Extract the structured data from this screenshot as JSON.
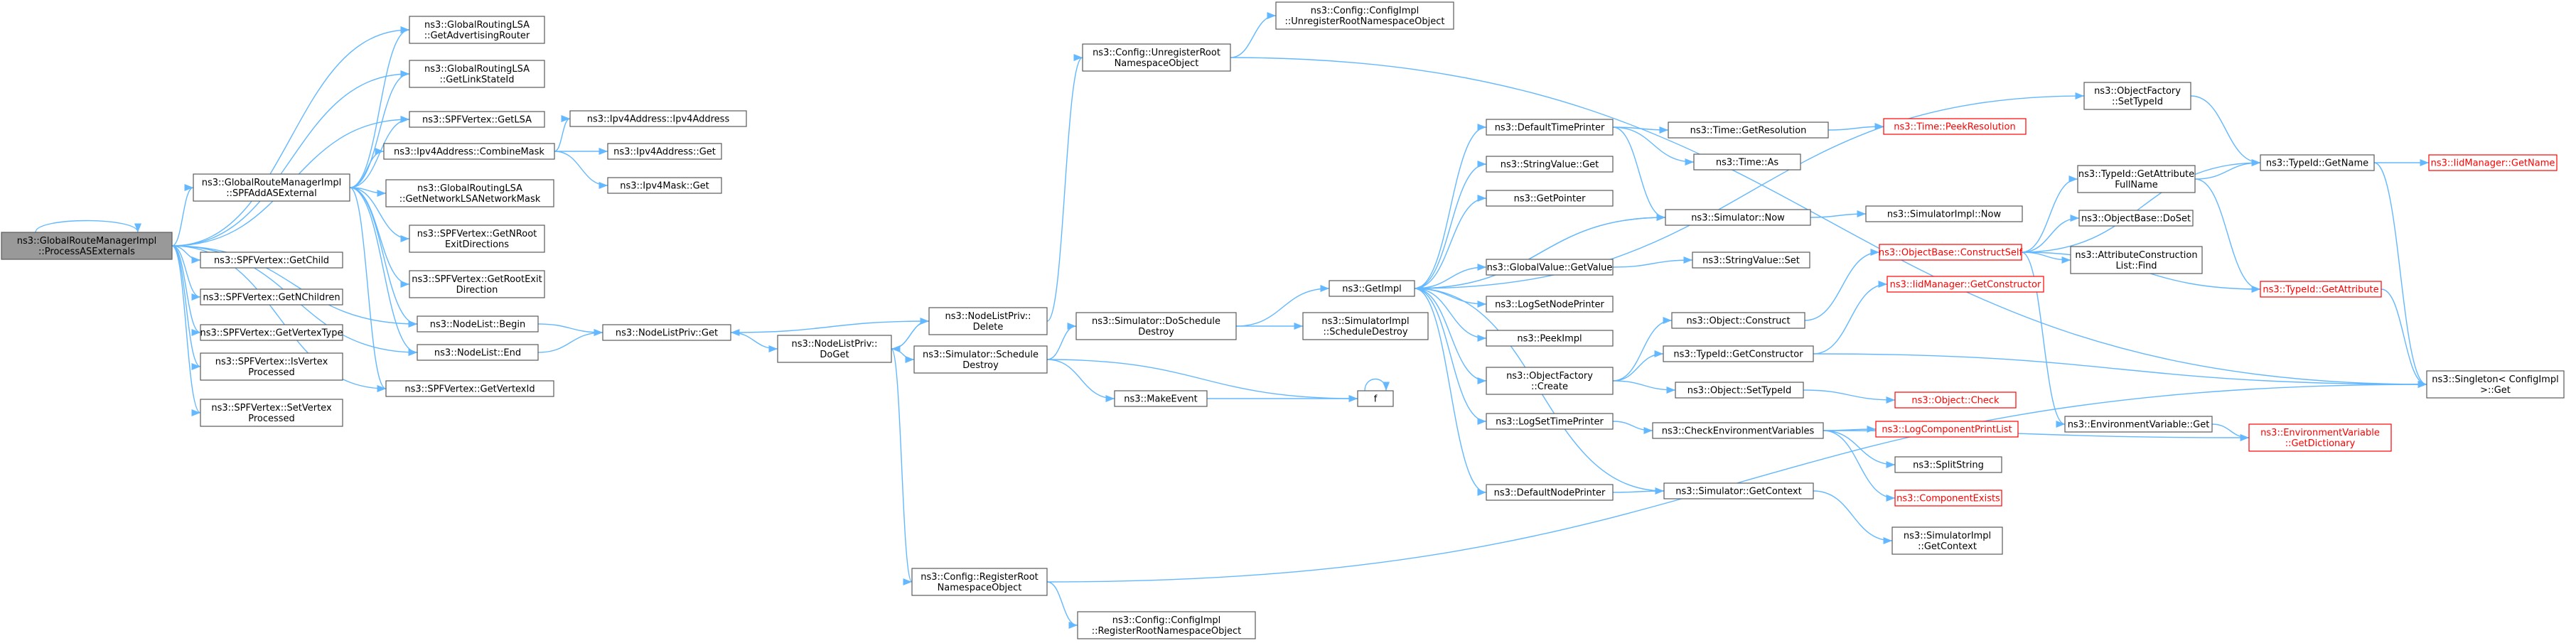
{
  "colors": {
    "edge": "#63b8ff",
    "node_border": "#5a5a5a",
    "root_fill": "#999999",
    "missing_border": "#ff0000"
  },
  "nodes": {
    "root": [
      "ns3::GlobalRouteManagerImpl",
      "::ProcessASExternals"
    ],
    "getAdvRouter": [
      "ns3::GlobalRoutingLSA",
      "::GetAdvertisingRouter"
    ],
    "getLinkStateId": [
      "ns3::GlobalRoutingLSA",
      "::GetLinkStateId"
    ],
    "spfGetLSA": [
      "ns3::SPFVertex::GetLSA"
    ],
    "spfAdd": [
      "ns3::GlobalRouteManagerImpl",
      "::SPFAddASExternal"
    ],
    "combineMask": [
      "ns3::Ipv4Address::CombineMask"
    ],
    "ipv4Ctor": [
      "ns3::Ipv4Address::Ipv4Address"
    ],
    "ipv4Get": [
      "ns3::Ipv4Address::Get"
    ],
    "ipv4MaskGet": [
      "ns3::Ipv4Mask::Get"
    ],
    "getNetMask": [
      "ns3::GlobalRoutingLSA",
      "::GetNetworkLSANetworkMask"
    ],
    "getNRoot": [
      "ns3::SPFVertex::GetNRoot",
      "ExitDirections"
    ],
    "getRootExit": [
      "ns3::SPFVertex::GetRootExit",
      "Direction"
    ],
    "nodeListBegin": [
      "ns3::NodeList::Begin"
    ],
    "nodeListEnd": [
      "ns3::NodeList::End"
    ],
    "getVertexId": [
      "ns3::SPFVertex::GetVertexId"
    ],
    "getChild": [
      "ns3::SPFVertex::GetChild"
    ],
    "getNChildren": [
      "ns3::SPFVertex::GetNChildren"
    ],
    "getVertexType": [
      "ns3::SPFVertex::GetVertexType"
    ],
    "isVertexProcessed": [
      "ns3::SPFVertex::IsVertex",
      "Processed"
    ],
    "setVertexProcessed": [
      "ns3::SPFVertex::SetVertex",
      "Processed"
    ],
    "nlpGet": [
      "ns3::NodeListPriv::Get"
    ],
    "nlpDelete": [
      "ns3::NodeListPriv::",
      "Delete"
    ],
    "nlpDoGet": [
      "ns3::NodeListPriv::",
      "DoGet"
    ],
    "unregRoot": [
      "ns3::Config::UnregisterRoot",
      "NamespaceObject"
    ],
    "cfgUnreg": [
      "ns3::Config::ConfigImpl",
      "::UnregisterRootNamespaceObject"
    ],
    "simSchedDestroy": [
      "ns3::Simulator::Schedule",
      "Destroy"
    ],
    "simDoSchedDestroy": [
      "ns3::Simulator::DoSchedule",
      "Destroy"
    ],
    "simImplSchedDestroy": [
      "ns3::SimulatorImpl",
      "::ScheduleDestroy"
    ],
    "makeEvent": [
      "ns3::MakeEvent"
    ],
    "f": [
      "f"
    ],
    "regRoot": [
      "ns3::Config::RegisterRoot",
      "NamespaceObject"
    ],
    "cfgReg": [
      "ns3::Config::ConfigImpl",
      "::RegisterRootNamespaceObject"
    ],
    "getImpl": [
      "ns3::GetImpl"
    ],
    "defaultTimePrinter": [
      "ns3::DefaultTimePrinter"
    ],
    "stringValueGet": [
      "ns3::StringValue::Get"
    ],
    "getPointer": [
      "ns3::GetPointer"
    ],
    "globalValueGetValue": [
      "ns3::GlobalValue::GetValue"
    ],
    "logSetNodePrinter": [
      "ns3::LogSetNodePrinter"
    ],
    "peekImpl": [
      "ns3::PeekImpl"
    ],
    "objFactoryCreate": [
      "ns3::ObjectFactory",
      "::Create"
    ],
    "logSetTimePrinter": [
      "ns3::LogSetTimePrinter"
    ],
    "defaultNodePrinter": [
      "ns3::DefaultNodePrinter"
    ],
    "timeGetRes": [
      "ns3::Time::GetResolution"
    ],
    "timePeekRes": [
      "ns3::Time::PeekResolution"
    ],
    "timeAs": [
      "ns3::Time::As"
    ],
    "simNow": [
      "ns3::Simulator::Now"
    ],
    "simImplNow": [
      "ns3::SimulatorImpl::Now"
    ],
    "stringValueSet": [
      "ns3::StringValue::Set"
    ],
    "objConstruct": [
      "ns3::Object::Construct"
    ],
    "typeIdGetCtor": [
      "ns3::TypeId::GetConstructor"
    ],
    "objSetTypeId": [
      "ns3::Object::SetTypeId"
    ],
    "checkEnvVars": [
      "ns3::CheckEnvironmentVariables"
    ],
    "simGetContext": [
      "ns3::Simulator::GetContext"
    ],
    "objBaseConstructSelf": [
      "ns3::ObjectBase::ConstructSelf"
    ],
    "iidGetCtor": [
      "ns3::IidManager::GetConstructor"
    ],
    "objCheck": [
      "ns3::Object::Check"
    ],
    "logCompPrintList": [
      "ns3::LogComponentPrintList"
    ],
    "splitString": [
      "ns3::SplitString"
    ],
    "compExists": [
      "ns3::ComponentExists"
    ],
    "simImplGetContext": [
      "ns3::SimulatorImpl",
      "::GetContext"
    ],
    "objFactorySetTypeId": [
      "ns3::ObjectFactory",
      "::SetTypeId"
    ],
    "typeIdGetAttrFull": [
      "ns3::TypeId::GetAttribute",
      "FullName"
    ],
    "objBaseDoSet": [
      "ns3::ObjectBase::DoSet"
    ],
    "attrConstrListFind": [
      "ns3::AttributeConstruction",
      "List::Find"
    ],
    "envVarGet": [
      "ns3::EnvironmentVariable::Get"
    ],
    "typeIdGetName": [
      "ns3::TypeId::GetName"
    ],
    "iidGetName": [
      "ns3::IidManager::GetName"
    ],
    "typeIdGetAttr": [
      "ns3::TypeId::GetAttribute"
    ],
    "envVarGetDict": [
      "ns3::EnvironmentVariable",
      "::GetDictionary"
    ],
    "singletonGet": [
      "ns3::Singleton< ConfigImpl",
      " >::Get"
    ]
  }
}
